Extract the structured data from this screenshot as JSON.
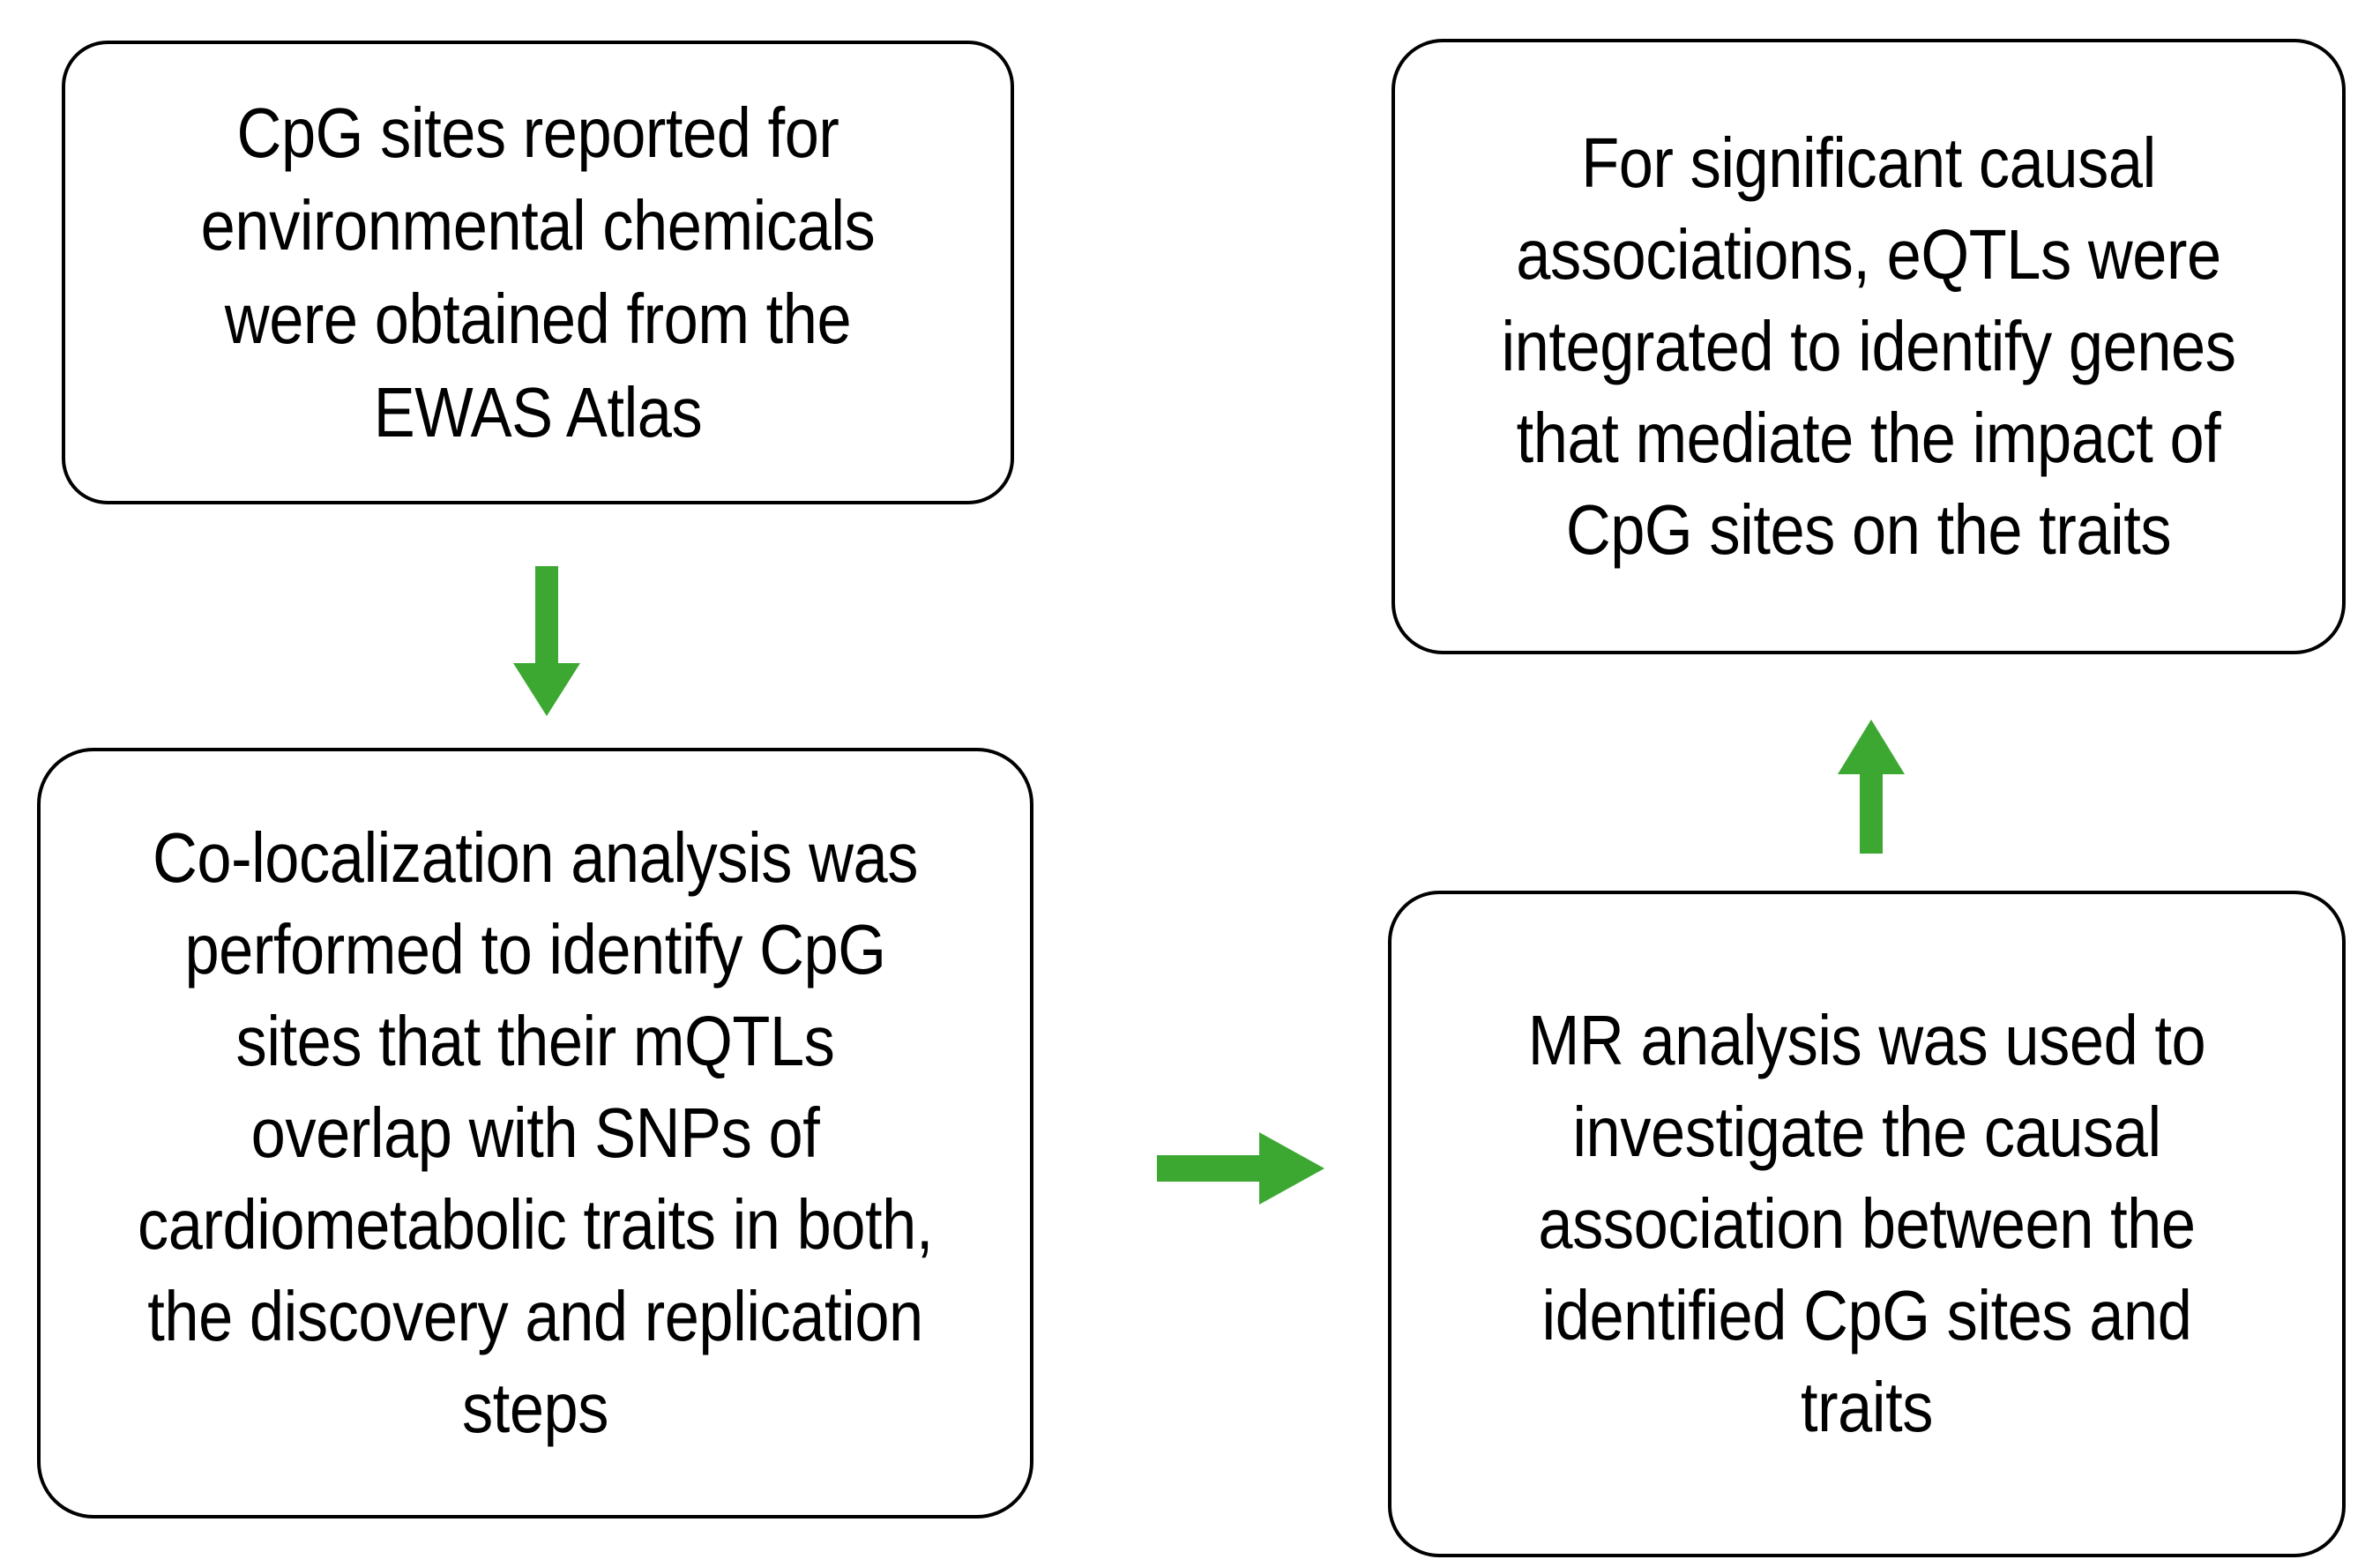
{
  "diagram": {
    "type": "flowchart",
    "title": "",
    "background_color": "#ffffff",
    "node_border_color": "#000000",
    "node_fill_color": "#ffffff",
    "arrow_color": "#3CA832",
    "text_color": "#000000"
  },
  "nodes": {
    "ewas_atlas": {
      "id": "node-ewas-atlas",
      "text": "CpG sites reported for environmental chemicals were obtained from the EWAS Atlas",
      "position": "top-left",
      "step": 1
    },
    "colocalization": {
      "id": "node-colocalization",
      "text": "Co-localization analysis was performed to identify CpG sites that their mQTLs overlap with SNPs of cardiometabolic traits in both, the discovery and replication steps",
      "position": "bottom-left",
      "step": 2
    },
    "mr_analysis": {
      "id": "node-mr-analysis",
      "text": "MR analysis was used to investigate the causal association between the identified CpG sites and traits",
      "position": "bottom-right",
      "step": 3
    },
    "eqtl_integration": {
      "id": "node-eqtl-integration",
      "text": "For significant causal associations, eQTLs were integrated to identify genes that mediate the impact of CpG sites on the traits",
      "position": "top-right",
      "step": 4
    }
  },
  "arrows": [
    {
      "id": "arrow-down-ewas-to-coloc",
      "icon": "arrow-down-icon",
      "direction": "down",
      "from": "ewas_atlas",
      "to": "colocalization",
      "color": "#3CA832"
    },
    {
      "id": "arrow-right-coloc-to-mr",
      "icon": "arrow-right-icon",
      "direction": "right",
      "from": "colocalization",
      "to": "mr_analysis",
      "color": "#3CA832"
    },
    {
      "id": "arrow-up-mr-to-eqtl",
      "icon": "arrow-up-icon",
      "direction": "up",
      "from": "mr_analysis",
      "to": "eqtl_integration",
      "color": "#3CA832"
    }
  ]
}
